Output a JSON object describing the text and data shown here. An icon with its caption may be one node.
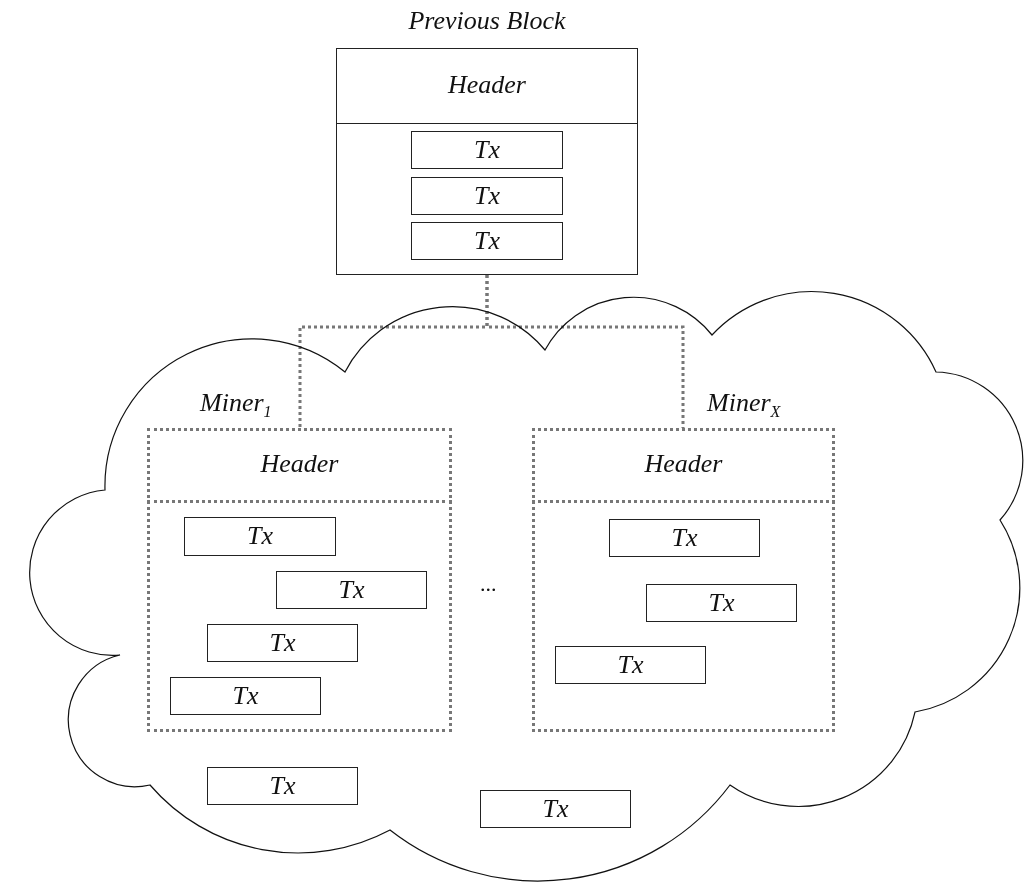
{
  "diagram": {
    "nodes": [
      {
        "text": [
          "Previous Block"
        ]
      },
      {
        "text": [
          "Header"
        ],
        "in": 0
      },
      {
        "text": [
          "Tx"
        ],
        "in": 0
      },
      {
        "text": [
          "Tx"
        ],
        "in": 0
      },
      {
        "text": [
          "Tx"
        ],
        "in": 0
      },
      {
        "text": [],
        "shape": "cloud"
      },
      {
        "text": [
          "Miner$_{1}$"
        ],
        "in": 5
      },
      {
        "text": [
          "Header"
        ],
        "in": 6
      },
      {
        "text": [
          "Tx"
        ],
        "in": 6
      },
      {
        "text": [
          "Tx"
        ],
        "in": 6
      },
      {
        "text": [
          "Tx"
        ],
        "in": 6
      },
      {
        "text": [
          "Tx"
        ],
        "in": 6
      },
      {
        "text": [
          "Miner$_{X}$"
        ],
        "in": 5
      },
      {
        "text": [
          "Header"
        ],
        "in": 12
      },
      {
        "text": [
          "Tx"
        ],
        "in": 12
      },
      {
        "text": [
          "Tx"
        ],
        "in": 12
      },
      {
        "text": [
          "Tx"
        ],
        "in": 12
      },
      {
        "text": [
          "Tx"
        ],
        "in": 5
      },
      {
        "text": [
          "Tx"
        ],
        "in": 5
      }
    ],
    "edges": [
      {
        "from": 0,
        "to": 6,
        "arrow": "none",
        "style": "dashed"
      },
      {
        "from": 0,
        "to": 12,
        "arrow": "none",
        "style": "dashed"
      }
    ],
    "labels": [
      "..."
    ]
  }
}
